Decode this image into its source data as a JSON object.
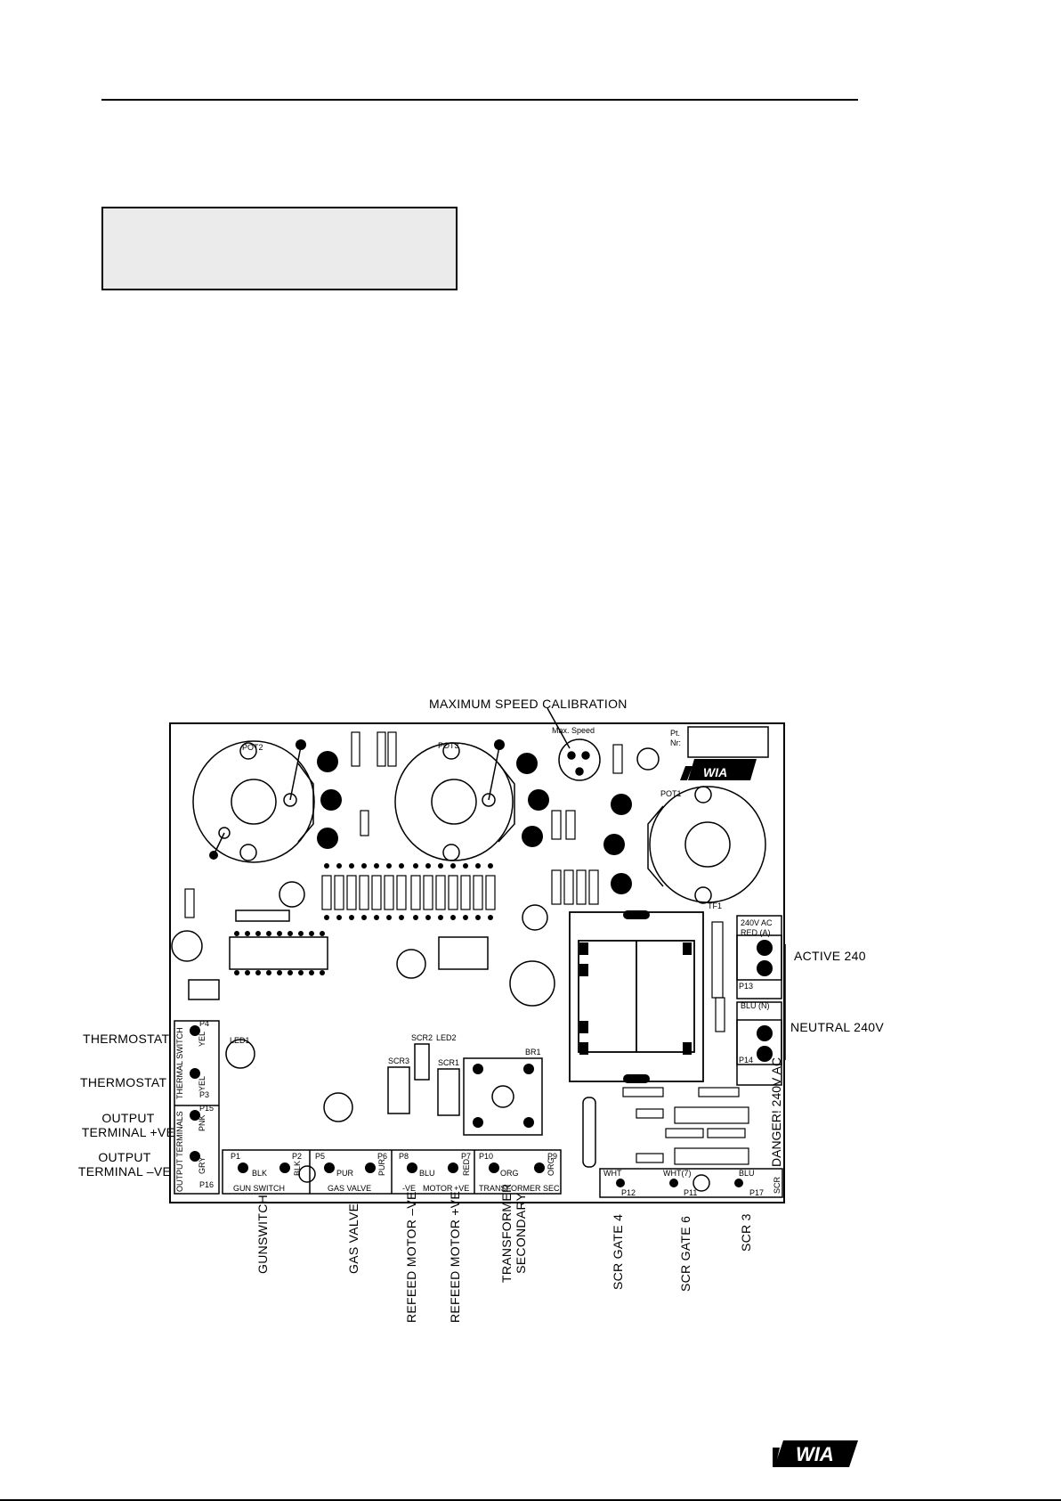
{
  "top_box_text": "",
  "board_callouts": {
    "max_speed_calibration": "MAXIMUM SPEED CALIBRATION",
    "active": "ACTIVE 240",
    "neutral": "NEUTRAL 240V",
    "thermostat_1": "THERMOSTAT",
    "thermostat_2": "THERMOSTAT",
    "output_pos_line1": "OUTPUT",
    "output_pos_line2": "TERMINAL +VE",
    "output_neg_line1": "OUTPUT",
    "output_neg_line2": "TERMINAL –VE",
    "gunswitch": "GUNSWITCH",
    "gas_valve": "GAS VALVE",
    "refeed_motor_neg": "REFEED MOTOR –VE",
    "refeed_motor_pos": "REFEED MOTOR +VE",
    "transformer_line1": "TRANSFORMER",
    "transformer_line2": "SECONDARY",
    "scr_gate_4": "SCR GATE 4",
    "scr_gate_6": "SCR GATE 6",
    "scr_3": "SCR 3"
  },
  "board_silkscreen": {
    "pot1": "POT1",
    "pot2": "POT2",
    "pot3": "POT3",
    "max_speed": "Max. Speed",
    "pt_nr_1": "Pt.",
    "pt_nr_2": "Nr:",
    "v240_ac": "240V AC",
    "red_a": "RED (A)",
    "blu_n": "BLU (N)",
    "p13": "P13",
    "p14": "P14",
    "danger": "DANGER! 240V AC",
    "thermal_switch": "THERMAL SWITCH",
    "output_terminals": "OUTPUT TERMINALS",
    "gun_switch": "GUN SWITCH",
    "gas_valve": "GAS VALVE",
    "motor": "MOTOR",
    "motor_neg": "-VE",
    "motor_pos": "+VE",
    "transformer_sec": "TRANSFORMER SEC.",
    "scr": "SCR",
    "wht": "WHT",
    "wht7": "WHT(7)",
    "blu": "BLU",
    "p12": "P12",
    "p11": "P11",
    "p17": "P17",
    "blk1": "BLK",
    "blk2": "BLK",
    "pur1": "PUR",
    "pur2": "PUR",
    "blu_p8": "BLU",
    "red_p7": "RED",
    "org1": "ORG",
    "org2": "ORG",
    "yel1": "YEL",
    "yel2": "YEL",
    "pnk": "PNK",
    "gry": "GRY",
    "led1": "LED1",
    "led2": "LED2",
    "scr1": "SCR1",
    "scr2": "SCR2",
    "scr3": "SCR3",
    "tf1": "TF1",
    "br1": "BR1",
    "p1": "P1",
    "p2": "P2",
    "p5": "P5",
    "p6": "P6",
    "p8": "P8",
    "p7": "P7",
    "p10": "P10",
    "p9": "P9",
    "p4": "P4",
    "p3": "P3",
    "p15": "P15",
    "p16": "P16",
    "brand": "WIA"
  },
  "footer_logo": "WIA"
}
